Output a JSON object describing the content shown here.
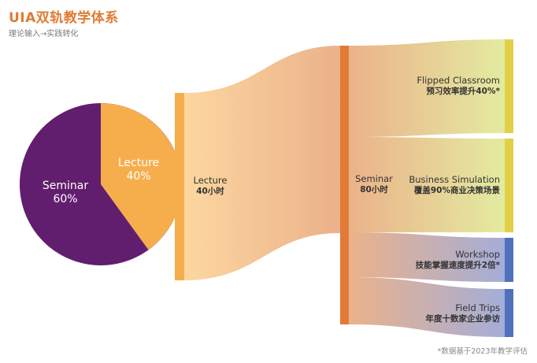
{
  "header": {
    "title": "UIA双轨教学体系",
    "subtitle": "理论输入→实践转化"
  },
  "colors": {
    "title": "#e07b35",
    "seminar_pie": "#621e6e",
    "lecture_pie": "#f6ae4d",
    "lecture_node": "#f6ae4d",
    "seminar_node": "#e27a37",
    "yellow_node": "#e2cf47",
    "blue_node": "#5070bd"
  },
  "pie": {
    "seminar": {
      "label": "Seminar",
      "value": "60%"
    },
    "lecture": {
      "label": "Lecture",
      "value": "40%"
    }
  },
  "nodes": {
    "lecture": {
      "label": "Lecture",
      "hours": "40小时"
    },
    "seminar": {
      "label": "Seminar",
      "hours": "80小时"
    },
    "targets": [
      {
        "label": "Flipped Classroom",
        "note": "预习效率提升40%*"
      },
      {
        "label": "Business Simulation",
        "note": "覆盖90%商业决策场景"
      },
      {
        "label": "Workshop",
        "note": "技能掌握速度提升2倍*"
      },
      {
        "label": "Field Trips",
        "note": "年度十数家企业参访"
      }
    ]
  },
  "footnote": "*数据基于2023年教学评估",
  "chart_data": {
    "type": "sankey",
    "title": "UIA双轨教学体系",
    "subtitle": "理论输入→实践转化",
    "pie": {
      "type": "pie",
      "categories": [
        "Seminar",
        "Lecture"
      ],
      "values": [
        60,
        40
      ]
    },
    "nodes": [
      "Lecture (40小时)",
      "Seminar (80小时)",
      "Flipped Classroom",
      "Business Simulation",
      "Workshop",
      "Field Trips"
    ],
    "links": [
      {
        "source": "Lecture",
        "target": "Seminar",
        "value": 40
      },
      {
        "source": "Seminar",
        "target": "Flipped Classroom",
        "value": 24
      },
      {
        "source": "Seminar",
        "target": "Business Simulation",
        "value": 24
      },
      {
        "source": "Seminar",
        "target": "Workshop",
        "value": 12
      },
      {
        "source": "Seminar",
        "target": "Field Trips",
        "value": 12
      }
    ],
    "annotations": [
      "预习效率提升40%*",
      "覆盖90%商业决策场景",
      "技能掌握速度提升2倍*",
      "年度十数家企业参访",
      "*数据基于2023年教学评估"
    ]
  }
}
